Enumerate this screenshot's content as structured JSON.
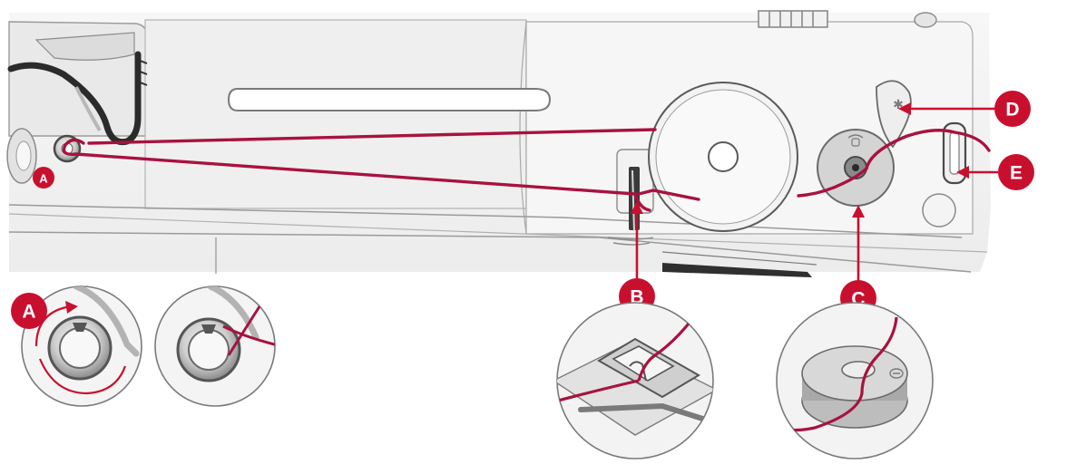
{
  "colors": {
    "thread": "#a8123f",
    "callout": "#c8102e",
    "outline": "#6b6b6b",
    "body": "#f3f3f3",
    "metal_dark": "#555555",
    "metal_light": "#d9d9d9"
  },
  "labels": {
    "a_main": "A",
    "a_detail": "A",
    "b": "B",
    "c": "C",
    "d": "D",
    "e": "E"
  },
  "icons": {
    "thread_guide": "thread-guide-icon",
    "spool": "spool-icon",
    "bobbin": "bobbin-icon"
  }
}
